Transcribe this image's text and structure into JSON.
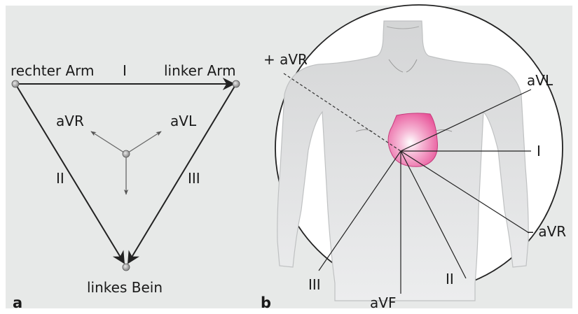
{
  "panel_a": {
    "letter": "a",
    "vertex_right_arm": "rechter Arm",
    "vertex_left_arm": "linker Arm",
    "vertex_left_leg": "linkes Bein",
    "lead_I": "I",
    "lead_II": "II",
    "lead_III": "III",
    "aug_aVR": "aVR",
    "aug_aVL": "aVL"
  },
  "panel_b": {
    "letter": "b",
    "label_plus_aVR": "+ aVR",
    "label_aVL": "aVL",
    "label_I": "I",
    "label_minus_aVR": "– aVR",
    "label_II": "II",
    "label_aVF": "aVF",
    "label_III": "III"
  },
  "colors": {
    "background": "#e7e9e8",
    "heart": "#e74f96",
    "circle": "#ffffff",
    "line": "#222222"
  }
}
